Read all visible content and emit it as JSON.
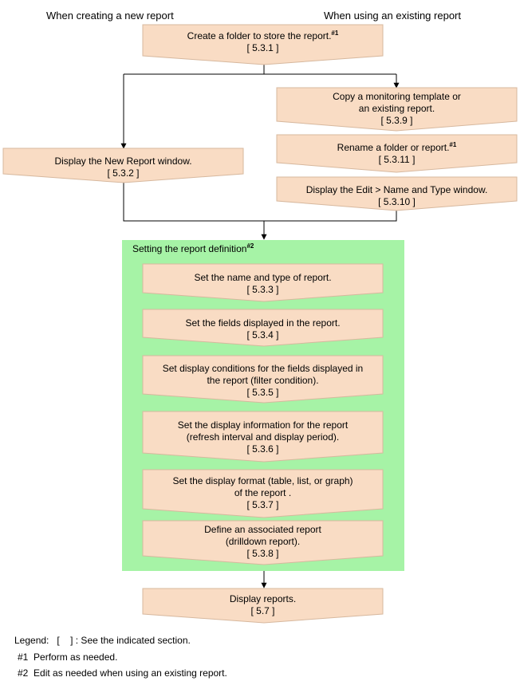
{
  "headers": {
    "left": "When creating a new report",
    "right": "When using an existing report"
  },
  "steps": {
    "create_folder": {
      "lines": [
        "Create a folder to store the report."
      ],
      "note": "#1",
      "section": "[ 5.3.1 ]"
    },
    "new_report": {
      "lines": [
        "Display the New Report window."
      ],
      "note": "",
      "section": "[ 5.3.2 ]"
    },
    "copy_template": {
      "lines": [
        "Copy a monitoring template or",
        "an existing report."
      ],
      "note": "",
      "section": "[ 5.3.9 ]"
    },
    "rename": {
      "lines": [
        "Rename a folder or report."
      ],
      "note": "#1",
      "section": "[ 5.3.11 ]"
    },
    "edit_window": {
      "lines": [
        "Display the Edit > Name and Type window."
      ],
      "note": "",
      "section": "[ 5.3.10 ]"
    },
    "set_name": {
      "lines": [
        "Set the name and type of report."
      ],
      "note": "",
      "section": "[ 5.3.3 ]"
    },
    "set_fields": {
      "lines": [
        "Set the fields displayed in the report."
      ],
      "note": "",
      "section": "[ 5.3.4 ]"
    },
    "set_conditions": {
      "lines": [
        "Set display conditions for the fields displayed in",
        "the report (filter condition)."
      ],
      "note": "",
      "section": "[ 5.3.5 ]"
    },
    "set_info": {
      "lines": [
        "Set the display information for the report",
        "(refresh interval and display period)."
      ],
      "note": "",
      "section": "[ 5.3.6 ]"
    },
    "set_format": {
      "lines": [
        "Set the display format (table, list, or graph)",
        "of the report ."
      ],
      "note": "",
      "section": "[ 5.3.7 ]"
    },
    "define_assoc": {
      "lines": [
        "Define an associated report",
        "(drilldown report)."
      ],
      "note": "",
      "section": "[ 5.3.8 ]"
    },
    "display_reports": {
      "lines": [
        "Display reports."
      ],
      "note": "",
      "section": "[ 5.7 ]"
    }
  },
  "group": {
    "title": "Setting the report definition",
    "note": "#2"
  },
  "legend": {
    "title": "Legend:",
    "bracket_symbol": "[    ]",
    "bracket_desc": ": See the indicated section.",
    "note1": "#1  Perform as needed.",
    "note2": "#2  Edit as needed when using an existing report."
  },
  "colors": {
    "shape_fill": "#f9dcc4",
    "shape_stroke": "#d7b89e",
    "group_fill": "#a6f3a6",
    "line": "#000000"
  }
}
